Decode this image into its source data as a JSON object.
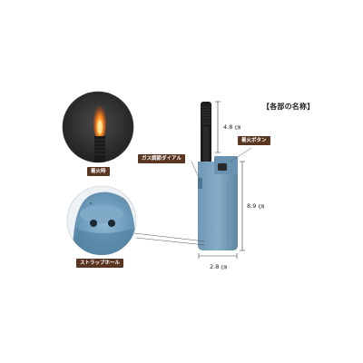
{
  "title": "【各部の名称】",
  "labels": {
    "ignition_state": "着火時",
    "gas_dial": "ガス調節ダイアル",
    "ignition_button": "着火ボタン",
    "strap_hole": "ストラップホール"
  },
  "dimensions": {
    "nozzle_length": "4.8 ㎝",
    "body_height": "8.9 ㎝",
    "body_width": "2.8 ㎝"
  },
  "colors": {
    "tag_bg": "#5a3621",
    "body_blue": "#7fa6c2",
    "flame": "#ff7a1a"
  }
}
